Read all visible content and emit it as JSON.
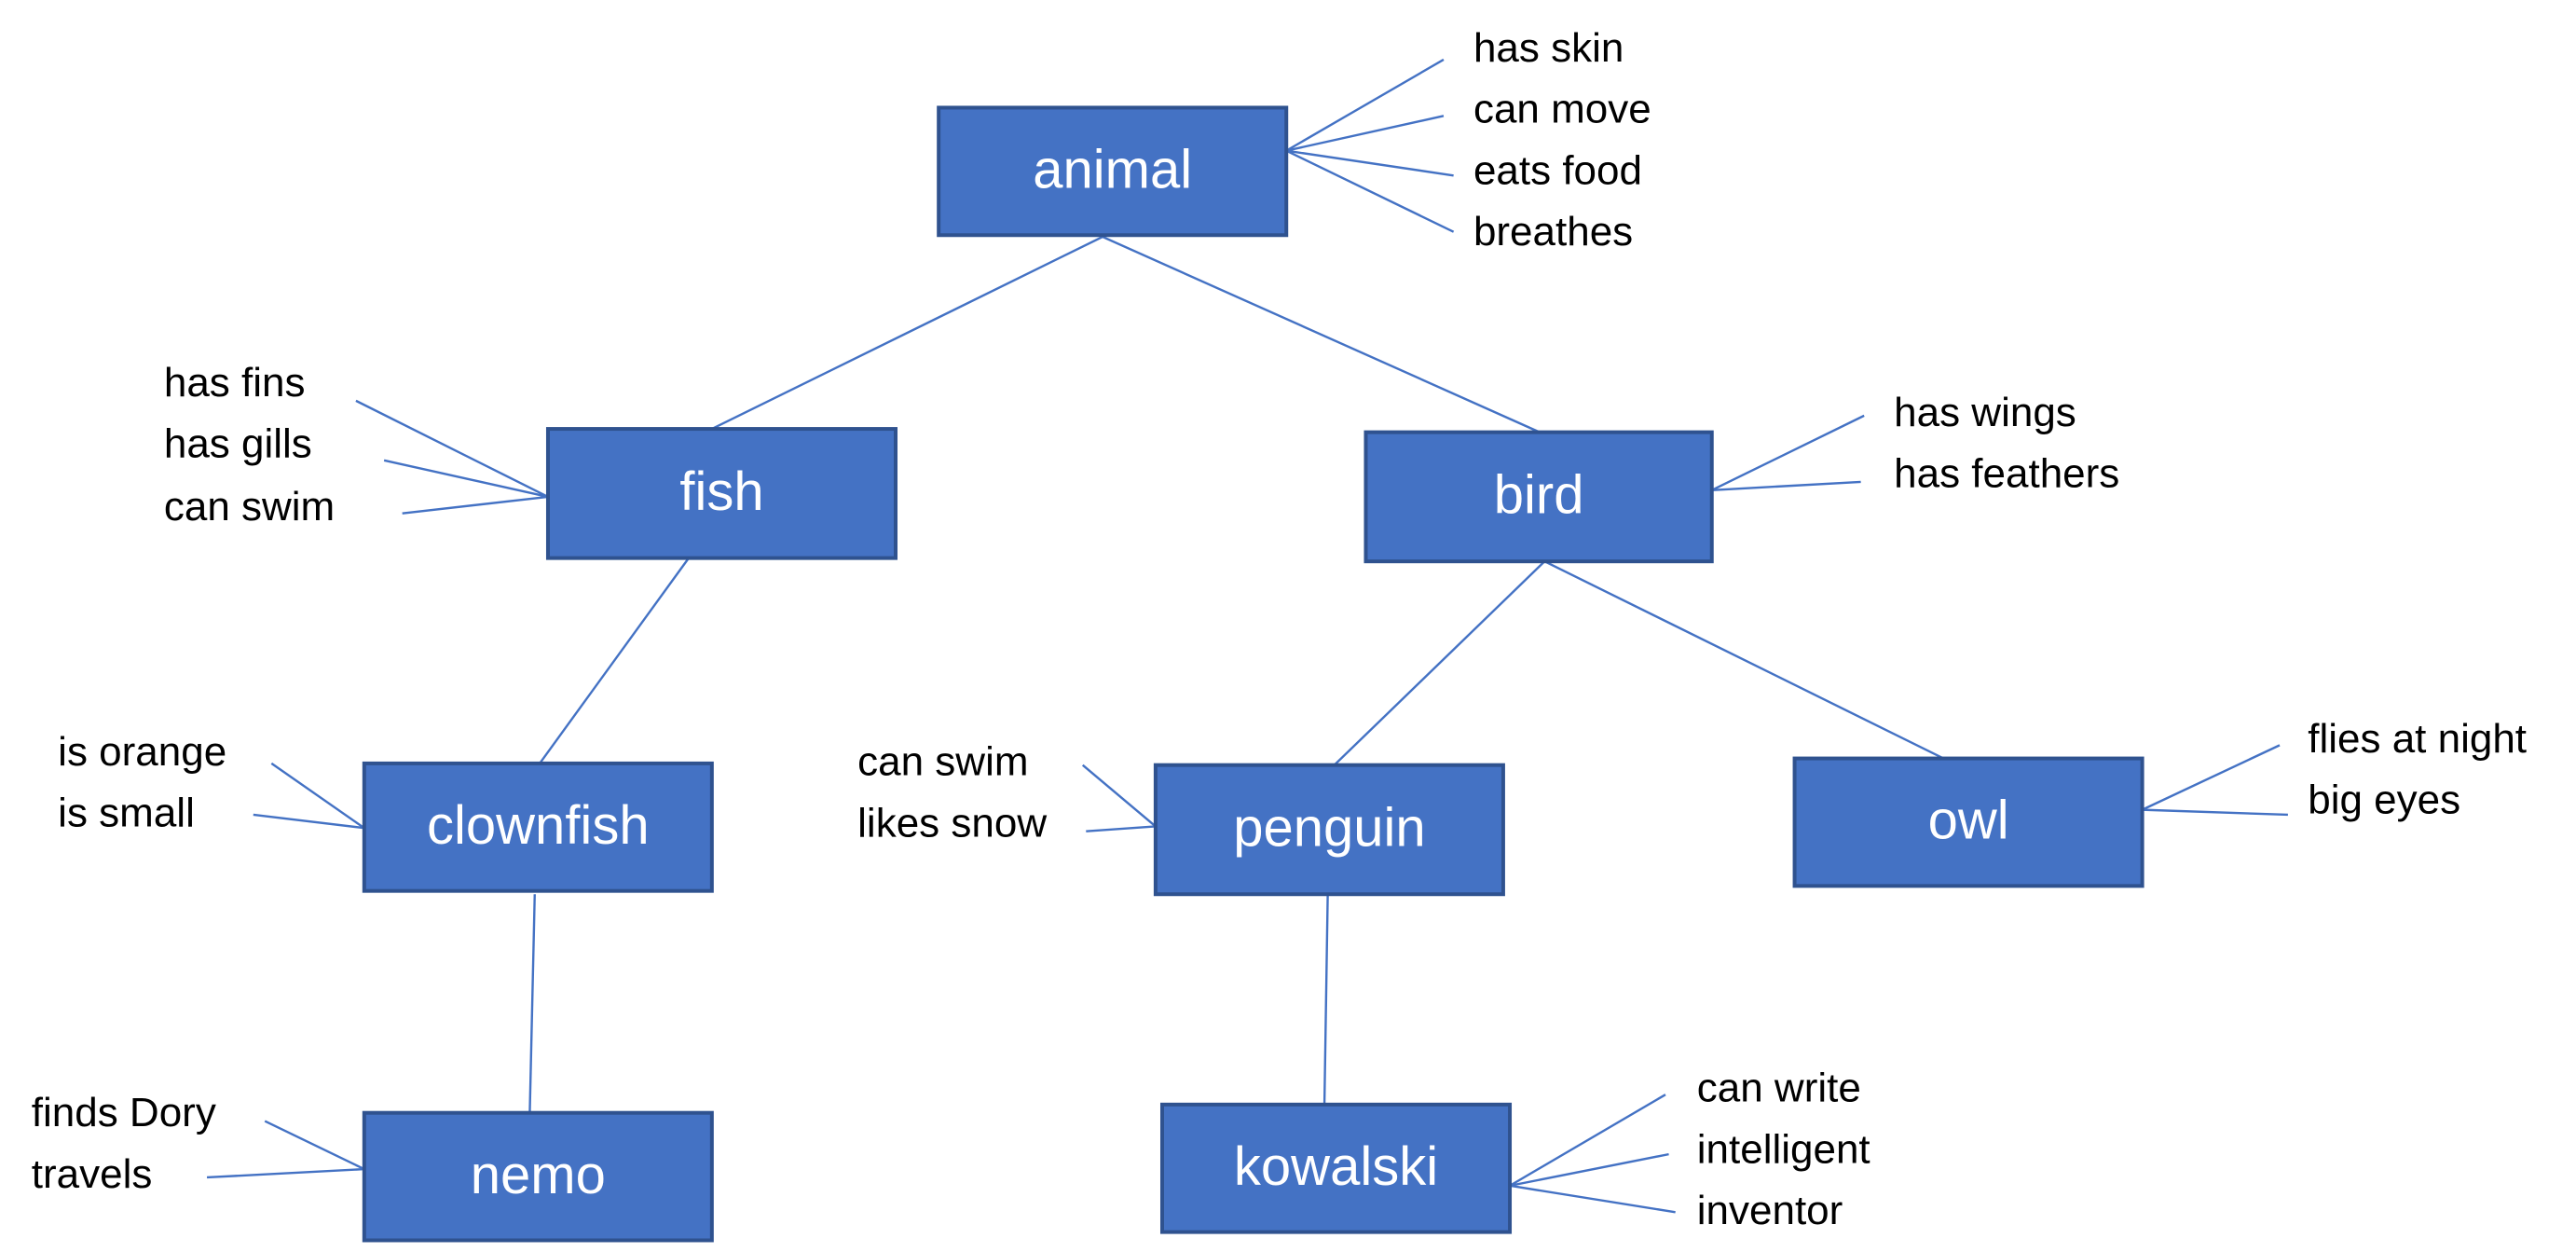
{
  "diagram": {
    "nodes": {
      "animal": {
        "label": "animal",
        "properties": [
          "has skin",
          "can move",
          "eats food",
          "breathes"
        ]
      },
      "fish": {
        "label": "fish",
        "properties": [
          "has fins",
          "has gills",
          "can swim"
        ]
      },
      "bird": {
        "label": "bird",
        "properties": [
          "has wings",
          "has feathers"
        ]
      },
      "clownfish": {
        "label": "clownfish",
        "properties": [
          "is orange",
          "is small"
        ]
      },
      "penguin": {
        "label": "penguin",
        "properties": [
          "can swim",
          "likes snow"
        ]
      },
      "owl": {
        "label": "owl",
        "properties": [
          "flies at night",
          "big eyes"
        ]
      },
      "nemo": {
        "label": "nemo",
        "properties": [
          "finds Dory",
          "travels"
        ]
      },
      "kowalski": {
        "label": "kowalski",
        "properties": [
          "can write",
          "intelligent",
          "inventor"
        ]
      }
    },
    "edges": [
      [
        "animal",
        "fish"
      ],
      [
        "animal",
        "bird"
      ],
      [
        "fish",
        "clownfish"
      ],
      [
        "bird",
        "penguin"
      ],
      [
        "bird",
        "owl"
      ],
      [
        "clownfish",
        "nemo"
      ],
      [
        "penguin",
        "kowalski"
      ]
    ],
    "colors": {
      "box_fill": "#4472c4",
      "box_border": "#2f528f",
      "line": "#4472c4",
      "box_text": "#ffffff",
      "property_text": "#000000"
    }
  }
}
